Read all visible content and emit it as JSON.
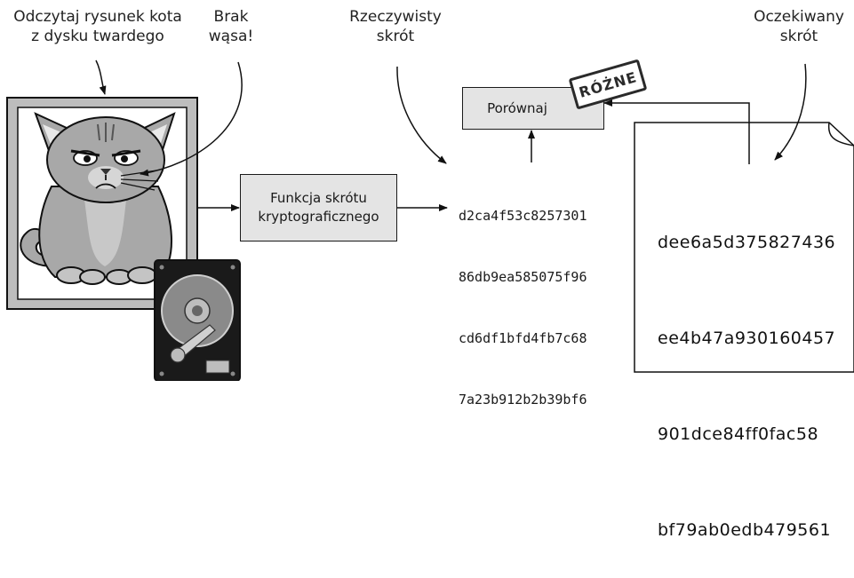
{
  "labels": {
    "read_cat": "Odczytaj rysunek kota\nz dysku twardego",
    "no_whisker": "Brak\nwąsa!",
    "actual_hash": "Rzeczywisty\nskrót",
    "expected_hash": "Oczekiwany\nskrót"
  },
  "boxes": {
    "hash_function": "Funkcja skrótu\nkryptograficznego",
    "compare": "Porównaj"
  },
  "stamp": "RÓŻNE",
  "actual_hash_lines": [
    "d2ca4f53c8257301",
    "86db9ea585075f96",
    "cd6df1bfd4fb7c68",
    "7a23b912b2b39bf6"
  ],
  "expected_hash_lines": [
    "dee6a5d375827436",
    "ee4b47a930160457",
    "901dce84ff0fac58",
    "bf79ab0edb479561"
  ],
  "icons": {
    "cat_picture": "grumpy-cat-picture-icon",
    "hard_drive": "hard-drive-icon",
    "document": "document-icon"
  }
}
